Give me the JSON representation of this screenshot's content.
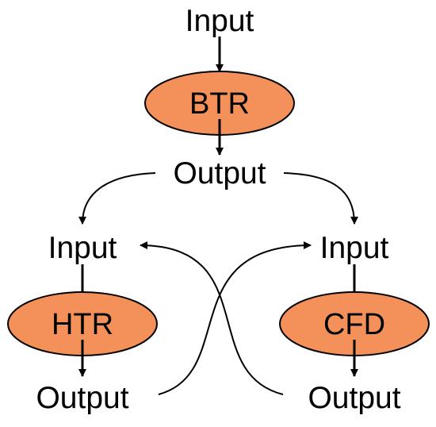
{
  "colors": {
    "node_fill": "#F4905A",
    "stroke": "#000000",
    "background": "#ffffff"
  },
  "top": {
    "input": "Input",
    "node": "BTR",
    "output": "Output"
  },
  "left": {
    "input": "Input",
    "node": "HTR",
    "output": "Output"
  },
  "right": {
    "input": "Input",
    "node": "CFD",
    "output": "Output"
  }
}
